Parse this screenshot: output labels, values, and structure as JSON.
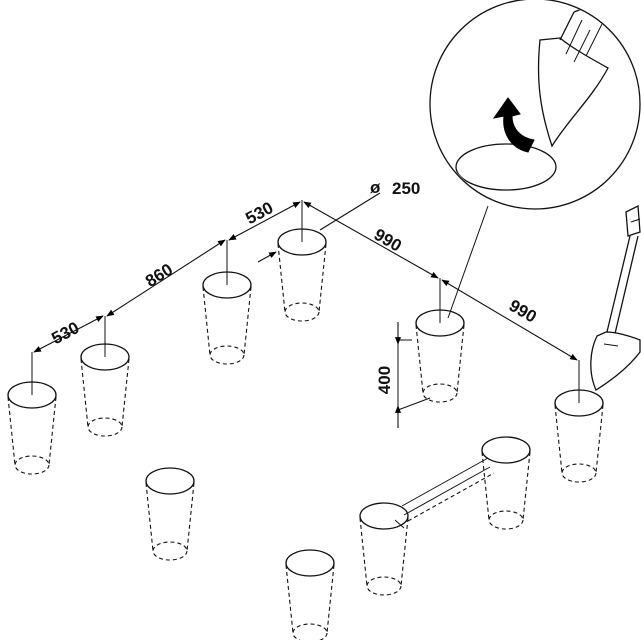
{
  "diagram": {
    "dimensions": {
      "diameter": "250",
      "left_1": "530",
      "left_2": "860",
      "left_3": "530",
      "right_1": "990",
      "right_2": "990",
      "depth": "400"
    },
    "symbols": {
      "diameter_symbol": "ø"
    },
    "colors": {
      "line": "#111111",
      "background": "#ffffff",
      "arrow_fill": "#000000"
    },
    "icons": [
      "shovel-icon",
      "curved-arrow-icon",
      "magnifier-circle-icon",
      "post-hole-icon"
    ]
  }
}
